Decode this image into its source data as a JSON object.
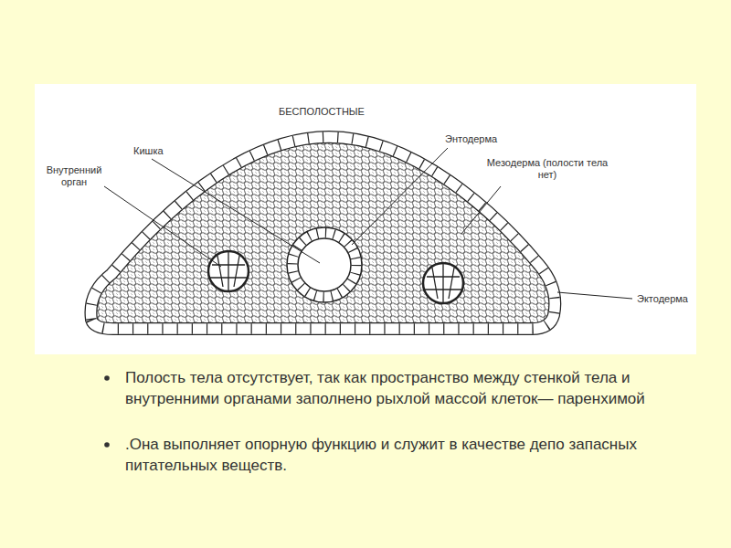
{
  "diagram": {
    "title": "БЕСПОЛОСТНЫЕ",
    "labels": [
      "Кишка",
      "Энтодерма",
      "Внутренний орган",
      "Мезодерма (полости тела нет)",
      "Эктодерма",
      "Полость тела отсутствует, так как пространство между стенкой тела и внутренними органами заполнено рыхлой массой клеток— паренхимой",
      ".Она выполняет опорную функцию и служит в качестве депо запасных питательных веществ."
    ]
  }
}
